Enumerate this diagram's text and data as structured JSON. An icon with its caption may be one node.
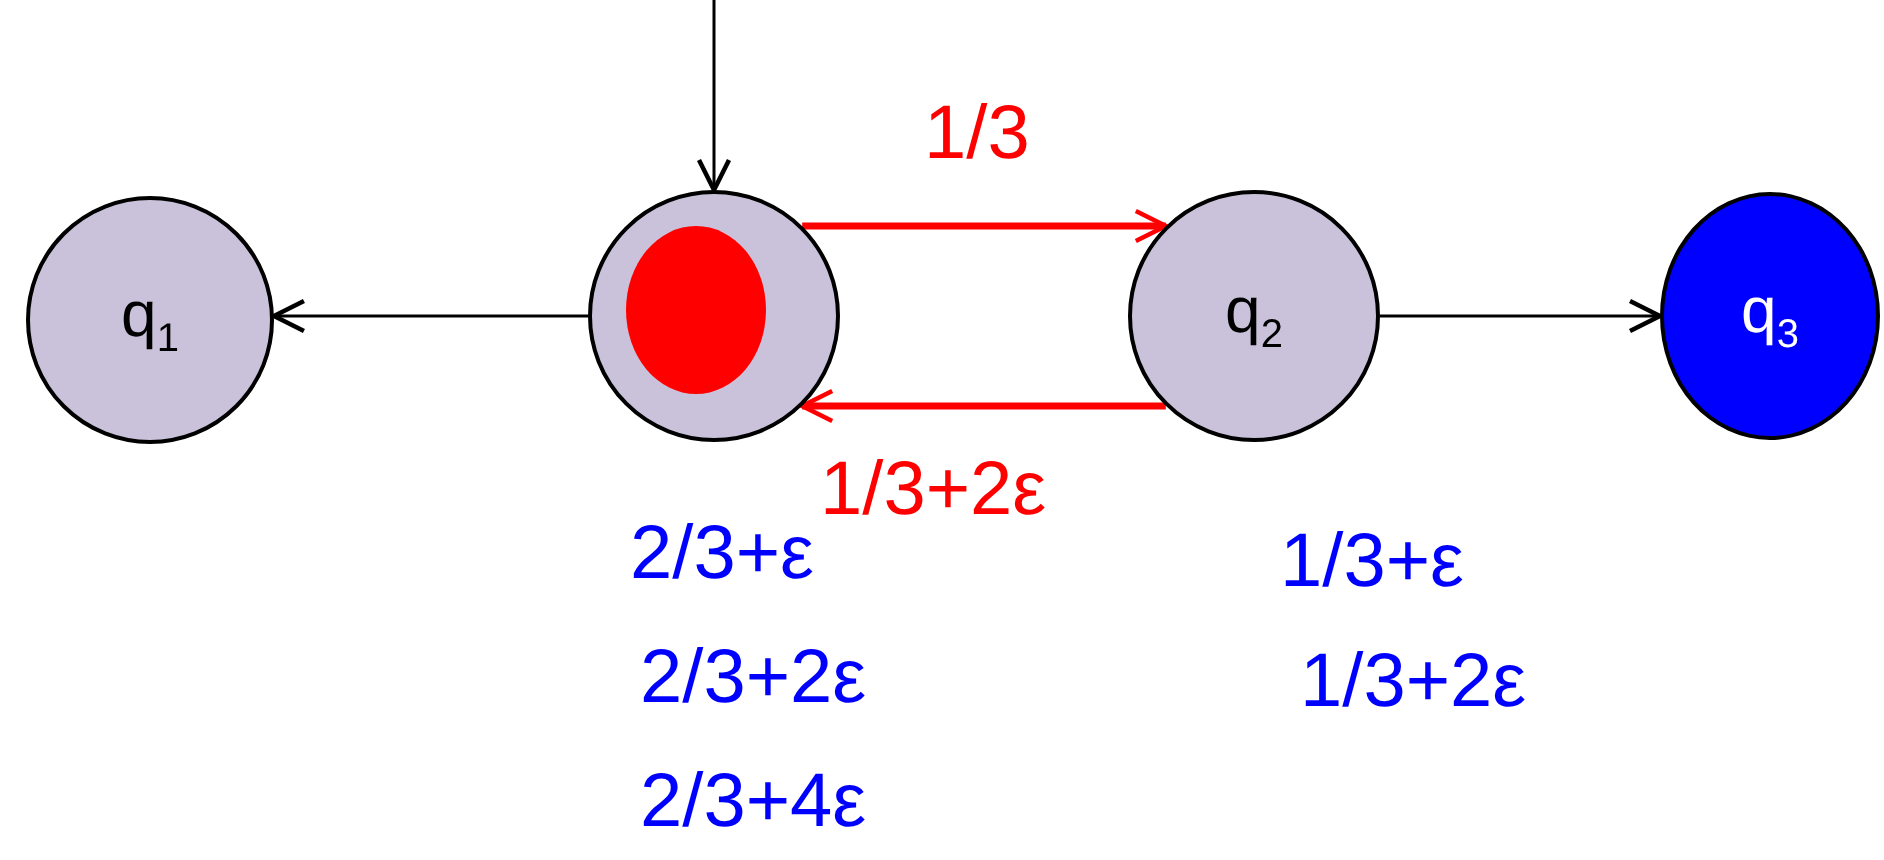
{
  "diagram": {
    "nodes": [
      {
        "text": [
          "q$_{1}$"
        ]
      },
      {
        "text": [],
        "shape": "circle",
        "beside": [
          "2/3+ε",
          "2/3+2ε",
          "2/3+4ε"
        ]
      },
      {
        "text": [],
        "shape": "circle",
        "in": 1
      },
      {
        "text": [
          "q$_{2}$"
        ],
        "beside": [
          "1/3+ε",
          "1/3+2ε"
        ]
      },
      {
        "text": [
          "q$_{3}$"
        ]
      }
    ],
    "edges": [
      {
        "from": null,
        "to": 1,
        "arrow": "to"
      },
      {
        "from": 1,
        "to": 0,
        "arrow": "to"
      },
      {
        "from": 1,
        "to": 3,
        "arrow": "to",
        "label": "1/3",
        "style": "thick",
        "color": "#ff0000"
      },
      {
        "from": 3,
        "to": 1,
        "arrow": "to",
        "label": "1/3+2ε",
        "style": "thick",
        "color": "#ff0000"
      },
      {
        "from": 3,
        "to": 4,
        "arrow": "to"
      }
    ]
  }
}
